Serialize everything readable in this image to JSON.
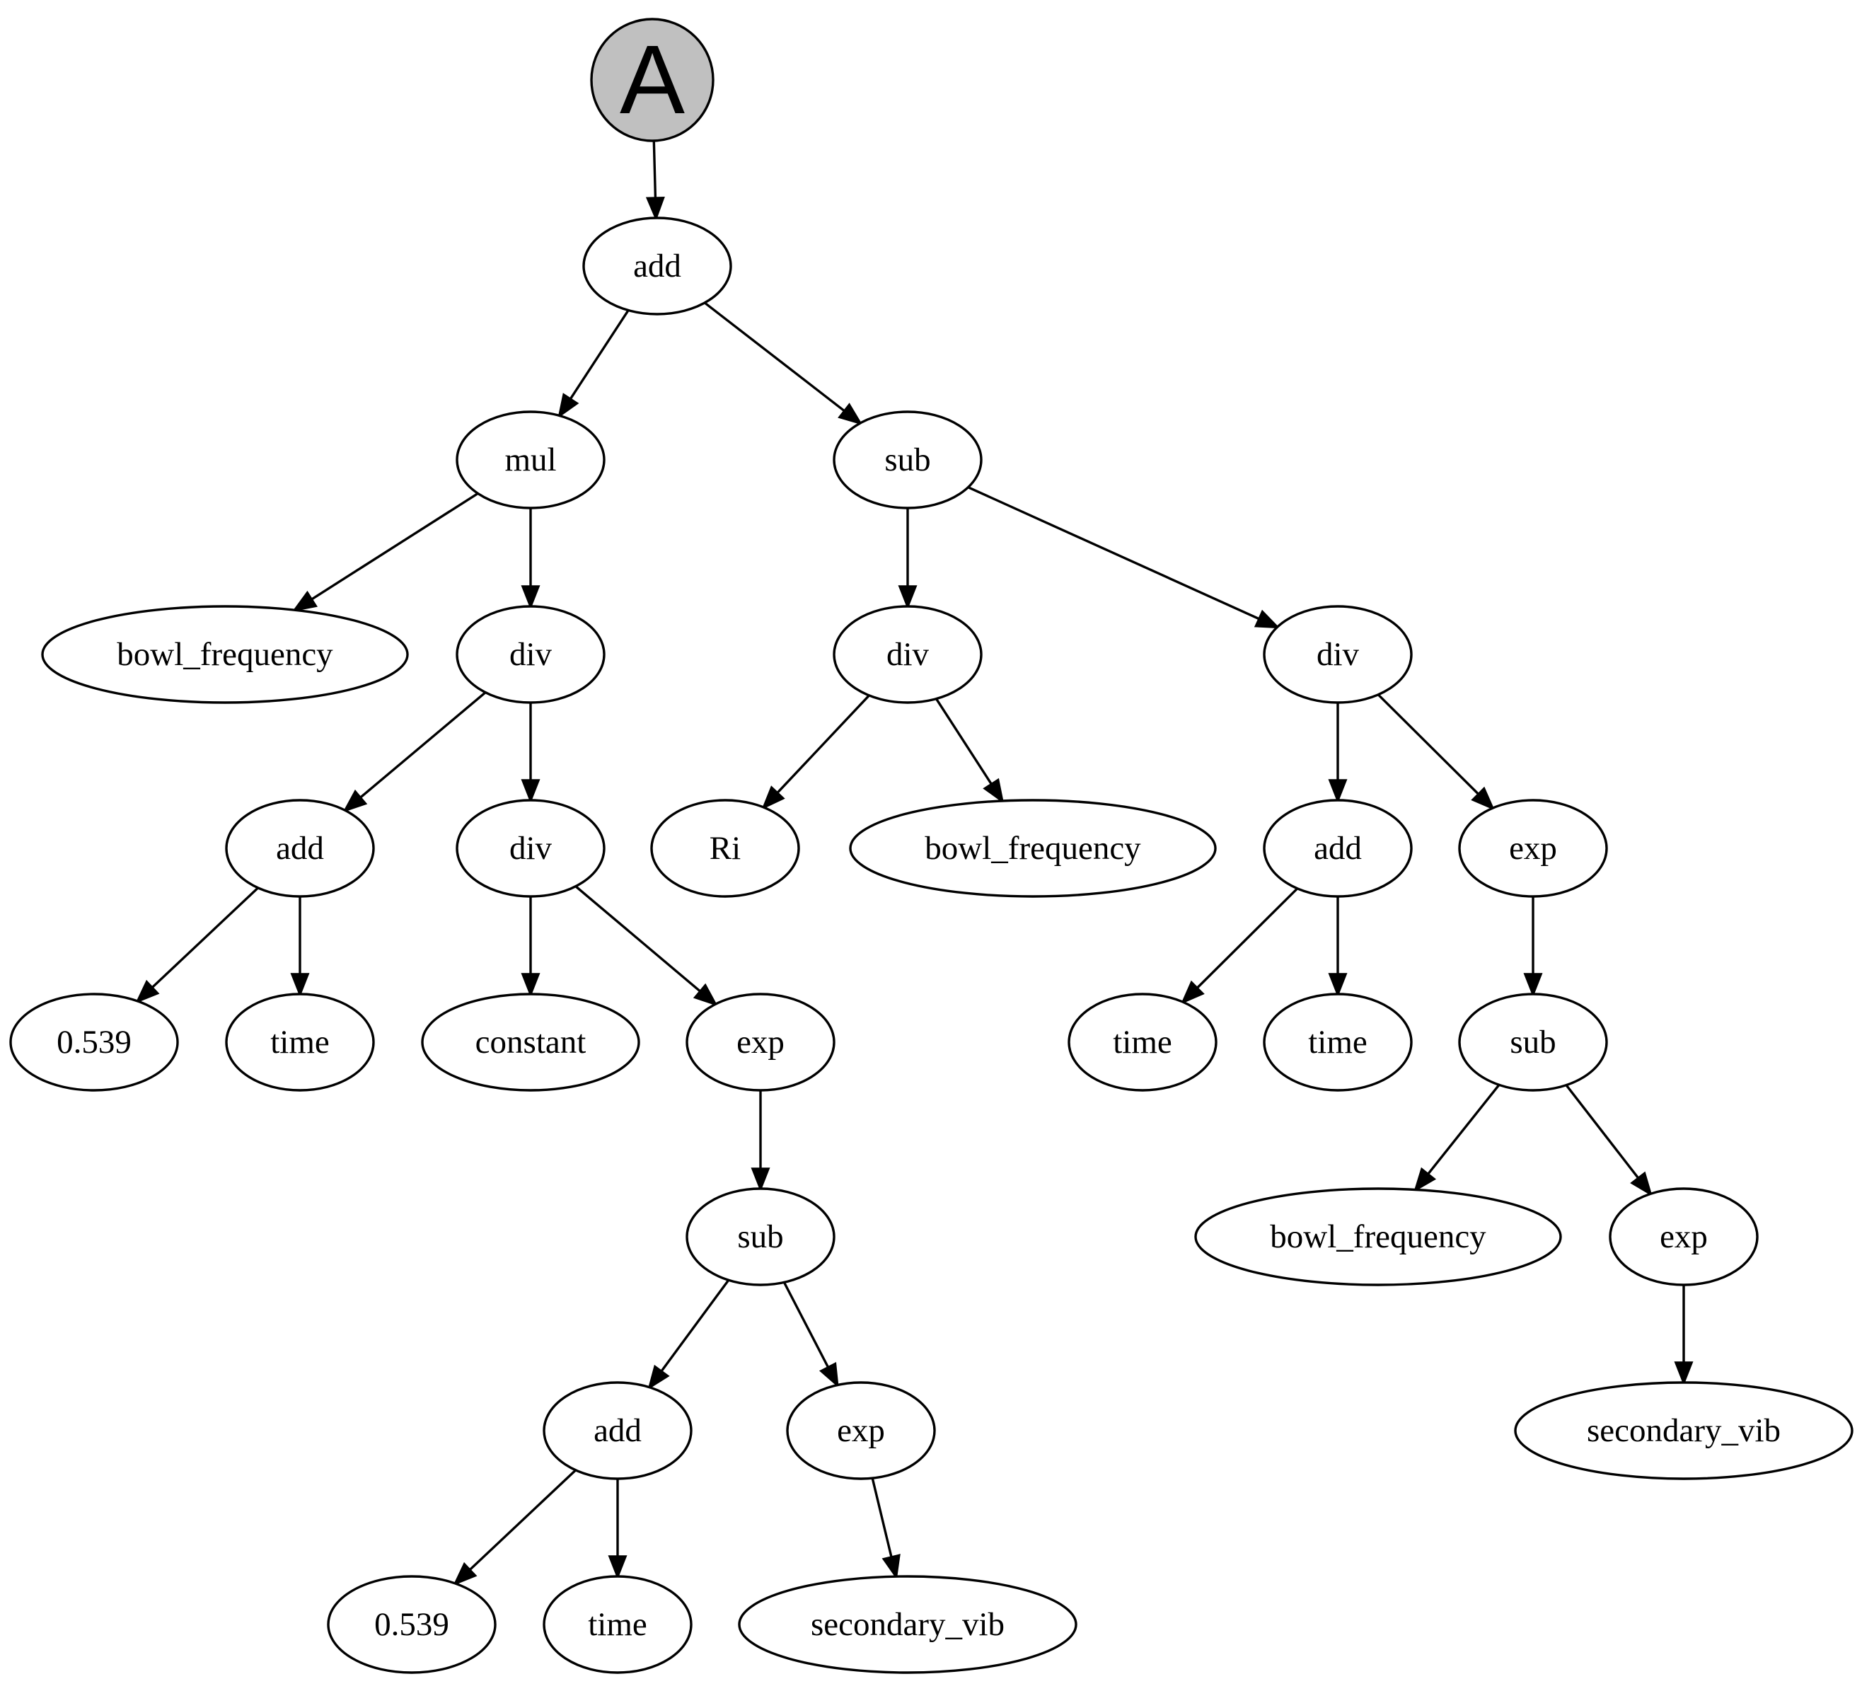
{
  "diagram": {
    "type": "expression-tree",
    "colors": {
      "root_fill": "#c0c0c0",
      "node_fill": "#ffffff",
      "stroke": "#000000"
    },
    "nodes": [
      {
        "id": "n0",
        "label": "A",
        "kind": "root"
      },
      {
        "id": "n1",
        "label": "add"
      },
      {
        "id": "n2",
        "label": "mul"
      },
      {
        "id": "n3",
        "label": "sub"
      },
      {
        "id": "n4",
        "label": "bowl_frequency"
      },
      {
        "id": "n5",
        "label": "div"
      },
      {
        "id": "n6",
        "label": "div"
      },
      {
        "id": "n7",
        "label": "div"
      },
      {
        "id": "n8",
        "label": "add"
      },
      {
        "id": "n9",
        "label": "div"
      },
      {
        "id": "n10",
        "label": "Ri"
      },
      {
        "id": "n11",
        "label": "bowl_frequency"
      },
      {
        "id": "n12",
        "label": "add"
      },
      {
        "id": "n13",
        "label": "exp"
      },
      {
        "id": "n14",
        "label": "0.539"
      },
      {
        "id": "n15",
        "label": "time"
      },
      {
        "id": "n16",
        "label": "constant"
      },
      {
        "id": "n17",
        "label": "exp"
      },
      {
        "id": "n18",
        "label": "time"
      },
      {
        "id": "n19",
        "label": "time"
      },
      {
        "id": "n20",
        "label": "sub"
      },
      {
        "id": "n21",
        "label": "sub"
      },
      {
        "id": "n22",
        "label": "bowl_frequency"
      },
      {
        "id": "n23",
        "label": "exp"
      },
      {
        "id": "n24",
        "label": "add"
      },
      {
        "id": "n25",
        "label": "exp"
      },
      {
        "id": "n26",
        "label": "secondary_vib"
      },
      {
        "id": "n27",
        "label": "0.539"
      },
      {
        "id": "n28",
        "label": "time"
      },
      {
        "id": "n29",
        "label": "secondary_vib"
      }
    ],
    "edges": [
      [
        "n0",
        "n1"
      ],
      [
        "n1",
        "n2"
      ],
      [
        "n1",
        "n3"
      ],
      [
        "n2",
        "n4"
      ],
      [
        "n2",
        "n5"
      ],
      [
        "n3",
        "n6"
      ],
      [
        "n3",
        "n7"
      ],
      [
        "n5",
        "n8"
      ],
      [
        "n5",
        "n9"
      ],
      [
        "n6",
        "n10"
      ],
      [
        "n6",
        "n11"
      ],
      [
        "n7",
        "n12"
      ],
      [
        "n7",
        "n13"
      ],
      [
        "n8",
        "n14"
      ],
      [
        "n8",
        "n15"
      ],
      [
        "n9",
        "n16"
      ],
      [
        "n9",
        "n17"
      ],
      [
        "n12",
        "n18"
      ],
      [
        "n12",
        "n19"
      ],
      [
        "n13",
        "n20"
      ],
      [
        "n17",
        "n21"
      ],
      [
        "n20",
        "n22"
      ],
      [
        "n20",
        "n23"
      ],
      [
        "n21",
        "n24"
      ],
      [
        "n21",
        "n25"
      ],
      [
        "n23",
        "n26"
      ],
      [
        "n24",
        "n27"
      ],
      [
        "n24",
        "n28"
      ],
      [
        "n25",
        "n29"
      ]
    ]
  }
}
